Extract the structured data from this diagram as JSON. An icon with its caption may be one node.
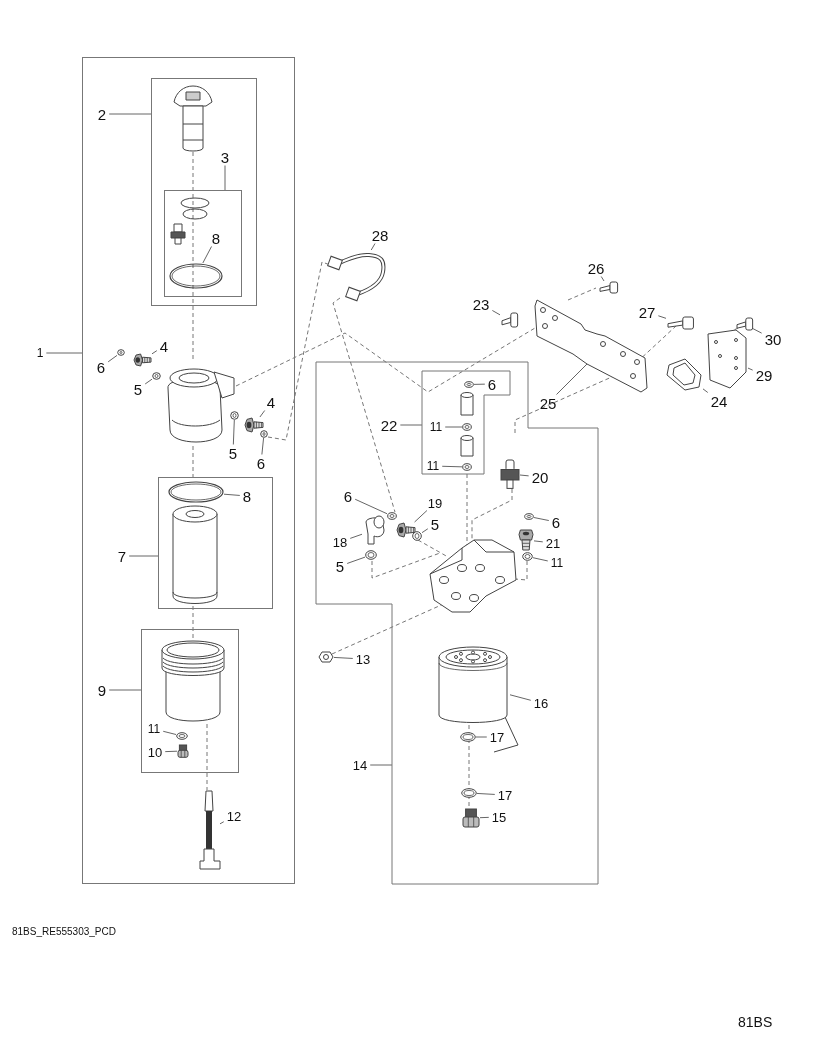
{
  "diagram": {
    "nodes": [
      {
        "text": [],
        "shape": "box"
      },
      {
        "text": [
          "1"
        ]
      },
      {
        "text": [],
        "shape": "box",
        "in": 0
      },
      {
        "text": [
          "2"
        ],
        "in": 0
      },
      {
        "text": [],
        "shape": "box",
        "in": 2
      },
      {
        "text": [
          "3"
        ],
        "in": 2
      },
      {
        "text": [
          "8"
        ],
        "in": 4
      },
      {
        "text": [],
        "shape": "picture",
        "in": 4
      },
      {
        "text": [
          "4"
        ],
        "in": 0
      },
      {
        "text": [],
        "shape": "picture",
        "in": 0
      },
      {
        "text": [
          "6"
        ],
        "in": 0
      },
      {
        "text": [],
        "shape": "picture",
        "in": 0
      },
      {
        "text": [
          "5"
        ],
        "in": 0
      },
      {
        "text": [],
        "shape": "picture",
        "in": 0
      },
      {
        "text": [
          "4"
        ],
        "in": 0
      },
      {
        "text": [],
        "shape": "picture",
        "in": 0
      },
      {
        "text": [
          "5"
        ],
        "in": 0
      },
      {
        "text": [],
        "shape": "picture",
        "in": 0
      },
      {
        "text": [
          "6"
        ],
        "in": 0
      },
      {
        "text": [],
        "shape": "picture",
        "in": 0
      },
      {
        "text": [],
        "shape": "box",
        "in": 0
      },
      {
        "text": [
          "8"
        ],
        "in": 20
      },
      {
        "text": [],
        "shape": "picture",
        "in": 20
      },
      {
        "text": [
          "7"
        ],
        "in": 0
      },
      {
        "text": [],
        "shape": "box",
        "in": 0
      },
      {
        "text": [
          "9"
        ],
        "in": 0
      },
      {
        "text": [
          "11"
        ],
        "in": 24
      },
      {
        "text": [],
        "shape": "picture",
        "in": 24
      },
      {
        "text": [
          "10"
        ],
        "in": 24
      },
      {
        "text": [],
        "shape": "picture",
        "in": 24
      },
      {
        "text": [
          "12"
        ],
        "in": 0
      },
      {
        "text": [],
        "shape": "picture",
        "in": 0
      },
      {
        "text": [
          "28"
        ]
      },
      {
        "text": [],
        "shape": "picture"
      },
      {
        "text": [
          "26"
        ]
      },
      {
        "text": [],
        "shape": "picture"
      },
      {
        "text": [
          "23"
        ]
      },
      {
        "text": [],
        "shape": "picture"
      },
      {
        "text": [
          "27"
        ]
      },
      {
        "text": [],
        "shape": "picture"
      },
      {
        "text": [
          "30"
        ]
      },
      {
        "text": [],
        "shape": "picture"
      },
      {
        "text": [
          "25"
        ]
      },
      {
        "text": [],
        "shape": "picture"
      },
      {
        "text": [
          "29"
        ]
      },
      {
        "text": [],
        "shape": "picture"
      },
      {
        "text": [
          "24"
        ]
      },
      {
        "text": [],
        "shape": "picture"
      },
      {
        "text": [],
        "shape": "box"
      },
      {
        "text": [],
        "shape": "box",
        "in": 48
      },
      {
        "text": [
          "6"
        ],
        "in": 49
      },
      {
        "text": [],
        "shape": "picture",
        "in": 49
      },
      {
        "text": [
          "22"
        ],
        "in": 48
      },
      {
        "text": [
          "11"
        ],
        "in": 49
      },
      {
        "text": [],
        "shape": "picture",
        "in": 49
      },
      {
        "text": [
          "11"
        ],
        "in": 49
      },
      {
        "text": [],
        "shape": "picture",
        "in": 49
      },
      {
        "text": [
          "20"
        ],
        "in": 48
      },
      {
        "text": [],
        "shape": "picture",
        "in": 48
      },
      {
        "text": [
          "6"
        ],
        "in": 48
      },
      {
        "text": [],
        "shape": "picture",
        "in": 48
      },
      {
        "text": [
          "19"
        ],
        "in": 48
      },
      {
        "text": [],
        "shape": "picture",
        "in": 48
      },
      {
        "text": [
          "5"
        ],
        "in": 48
      },
      {
        "text": [],
        "shape": "picture",
        "in": 48
      },
      {
        "text": [
          "18"
        ],
        "in": 48
      },
      {
        "text": [],
        "shape": "picture",
        "in": 48
      },
      {
        "text": [
          "6"
        ],
        "in": 48
      },
      {
        "text": [],
        "shape": "picture",
        "in": 48
      },
      {
        "text": [
          "21"
        ],
        "in": 48
      },
      {
        "text": [],
        "shape": "picture",
        "in": 48
      },
      {
        "text": [
          "5"
        ],
        "in": 48
      },
      {
        "text": [],
        "shape": "picture",
        "in": 48
      },
      {
        "text": [
          "11"
        ],
        "in": 48
      },
      {
        "text": [],
        "shape": "picture",
        "in": 48
      },
      {
        "text": [
          "13"
        ]
      },
      {
        "text": [],
        "shape": "picture"
      },
      {
        "text": [
          "16"
        ],
        "in": 48
      },
      {
        "text": [],
        "shape": "picture",
        "in": 48
      },
      {
        "text": [
          "17"
        ],
        "in": 48
      },
      {
        "text": [],
        "shape": "picture",
        "in": 48
      },
      {
        "text": [
          "14"
        ]
      },
      {
        "text": [
          "17"
        ],
        "in": 48
      },
      {
        "text": [],
        "shape": "picture",
        "in": 48
      },
      {
        "text": [
          "15"
        ],
        "in": 48
      },
      {
        "text": [],
        "shape": "picture",
        "in": 48
      }
    ],
    "edges": [
      {
        "from": 1,
        "to": 0,
        "arrow": "none"
      },
      {
        "from": 3,
        "to": 2,
        "arrow": "none"
      },
      {
        "from": 5,
        "to": 4,
        "arrow": "none"
      },
      {
        "from": 6,
        "to": 7,
        "arrow": "none"
      },
      {
        "from": 8,
        "to": 9,
        "arrow": "none"
      },
      {
        "from": 10,
        "to": 11,
        "arrow": "none"
      },
      {
        "from": 12,
        "to": 13,
        "arrow": "none"
      },
      {
        "from": 14,
        "to": 15,
        "arrow": "none"
      },
      {
        "from": 16,
        "to": 17,
        "arrow": "none"
      },
      {
        "from": 18,
        "to": 19,
        "arrow": "none"
      },
      {
        "from": 21,
        "to": 22,
        "arrow": "none"
      },
      {
        "from": 23,
        "to": 20,
        "arrow": "none"
      },
      {
        "from": 25,
        "to": 24,
        "arrow": "none"
      },
      {
        "from": 26,
        "to": 27,
        "arrow": "none"
      },
      {
        "from": 28,
        "to": 29,
        "arrow": "none"
      },
      {
        "from": 30,
        "to": 31,
        "arrow": "none"
      },
      {
        "from": 32,
        "to": 33,
        "arrow": "none"
      },
      {
        "from": 34,
        "to": 35,
        "arrow": "none"
      },
      {
        "from": 36,
        "to": 37,
        "arrow": "none"
      },
      {
        "from": 38,
        "to": 39,
        "arrow": "none"
      },
      {
        "from": 40,
        "to": 41,
        "arrow": "none"
      },
      {
        "from": 42,
        "to": 43,
        "arrow": "none"
      },
      {
        "from": 44,
        "to": 45,
        "arrow": "none"
      },
      {
        "from": 46,
        "to": 47,
        "arrow": "none"
      },
      {
        "from": 50,
        "to": 51,
        "arrow": "none"
      },
      {
        "from": 52,
        "to": 49,
        "arrow": "none"
      },
      {
        "from": 53,
        "to": 54,
        "arrow": "none"
      },
      {
        "from": 55,
        "to": 56,
        "arrow": "none"
      },
      {
        "from": 57,
        "to": 58,
        "arrow": "none"
      },
      {
        "from": 59,
        "to": 60,
        "arrow": "none"
      },
      {
        "from": 61,
        "to": 62,
        "arrow": "none"
      },
      {
        "from": 63,
        "to": 64,
        "arrow": "none"
      },
      {
        "from": 65,
        "to": 66,
        "arrow": "none"
      },
      {
        "from": 67,
        "to": 68,
        "arrow": "none"
      },
      {
        "from": 69,
        "to": 70,
        "arrow": "none"
      },
      {
        "from": 71,
        "to": 72,
        "arrow": "none"
      },
      {
        "from": 73,
        "to": 74,
        "arrow": "none"
      },
      {
        "from": 75,
        "to": 76,
        "arrow": "none"
      },
      {
        "from": 77,
        "to": 78,
        "arrow": "none"
      },
      {
        "from": 79,
        "to": 80,
        "arrow": "none"
      },
      {
        "from": 81,
        "to": 48,
        "arrow": "none"
      },
      {
        "from": 82,
        "to": 83,
        "arrow": "none"
      },
      {
        "from": 84,
        "to": 85,
        "arrow": "none"
      }
    ],
    "labels": [
      "81BS_RE555303_PCD",
      "81BS"
    ]
  }
}
